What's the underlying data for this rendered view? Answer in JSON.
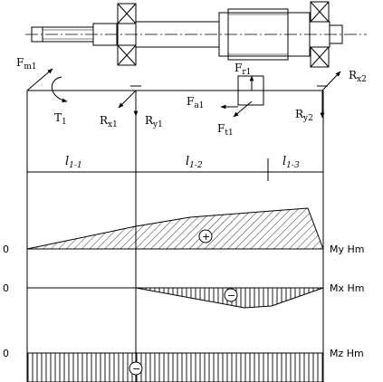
{
  "forces": {
    "fm1": {
      "main": "F",
      "sub": "m1"
    },
    "t1": {
      "main": "T",
      "sub": "1"
    },
    "rx1": {
      "main": "R",
      "sub": "x1"
    },
    "ry1": {
      "main": "R",
      "sub": "y1"
    },
    "fr1": {
      "main": "F",
      "sub": "r1"
    },
    "fa1": {
      "main": "F",
      "sub": "a1"
    },
    "ft1": {
      "main": "F",
      "sub": "t1"
    },
    "rx2": {
      "main": "R",
      "sub": "x2"
    },
    "ry2": {
      "main": "R",
      "sub": "y2"
    }
  },
  "spans": {
    "l11": {
      "main": "l",
      "sub": "1-1"
    },
    "l12": {
      "main": "l",
      "sub": "1-2"
    },
    "l13": {
      "main": "l",
      "sub": "1-3"
    }
  },
  "plots": {
    "my": {
      "zero": "0",
      "label": "My  Hm",
      "sign": "+"
    },
    "mx": {
      "zero": "0",
      "label": "Mx  Hm",
      "sign": "−"
    },
    "mz": {
      "zero": "0",
      "label": "Mz  Hm",
      "sign": "−"
    }
  }
}
